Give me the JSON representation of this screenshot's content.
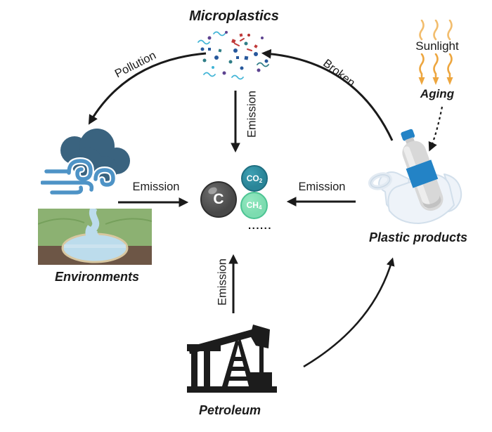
{
  "nodes": {
    "microplastics": {
      "label": "Microplastics"
    },
    "plastic_products": {
      "label": "Plastic products"
    },
    "environments": {
      "label": "Environments"
    },
    "petroleum": {
      "label": "Petroleum"
    },
    "sunlight": {
      "label": "Sunlight"
    },
    "aging": {
      "label": "Aging"
    },
    "carbon": {
      "label": "C"
    },
    "co2": {
      "main": "CO",
      "sub": "2"
    },
    "ch4": {
      "main": "CH",
      "sub": "4"
    },
    "ellipsis": "......"
  },
  "edges": {
    "pollution": {
      "label": "Pollution"
    },
    "broken": {
      "label": "Broken"
    },
    "emission_top": {
      "label": "Emission"
    },
    "emission_left": {
      "label": "Emission"
    },
    "emission_right": {
      "label": "Emission"
    },
    "emission_bottom": {
      "label": "Emission"
    }
  },
  "colors": {
    "arrow": "#1a1a1a",
    "carbon_sphere": "#4a4a4a",
    "co2_sphere": "#2a8598",
    "ch4_sphere": "#7cdcb0",
    "sunlight_orange": "#eda63f",
    "cloud_blue": "#3a637f",
    "wind_blue": "#4e93c6",
    "bottle_blue": "#2383c6",
    "grass_green": "#8cb172",
    "soil_brown": "#6d5646",
    "water_blue": "#bcdcec"
  }
}
